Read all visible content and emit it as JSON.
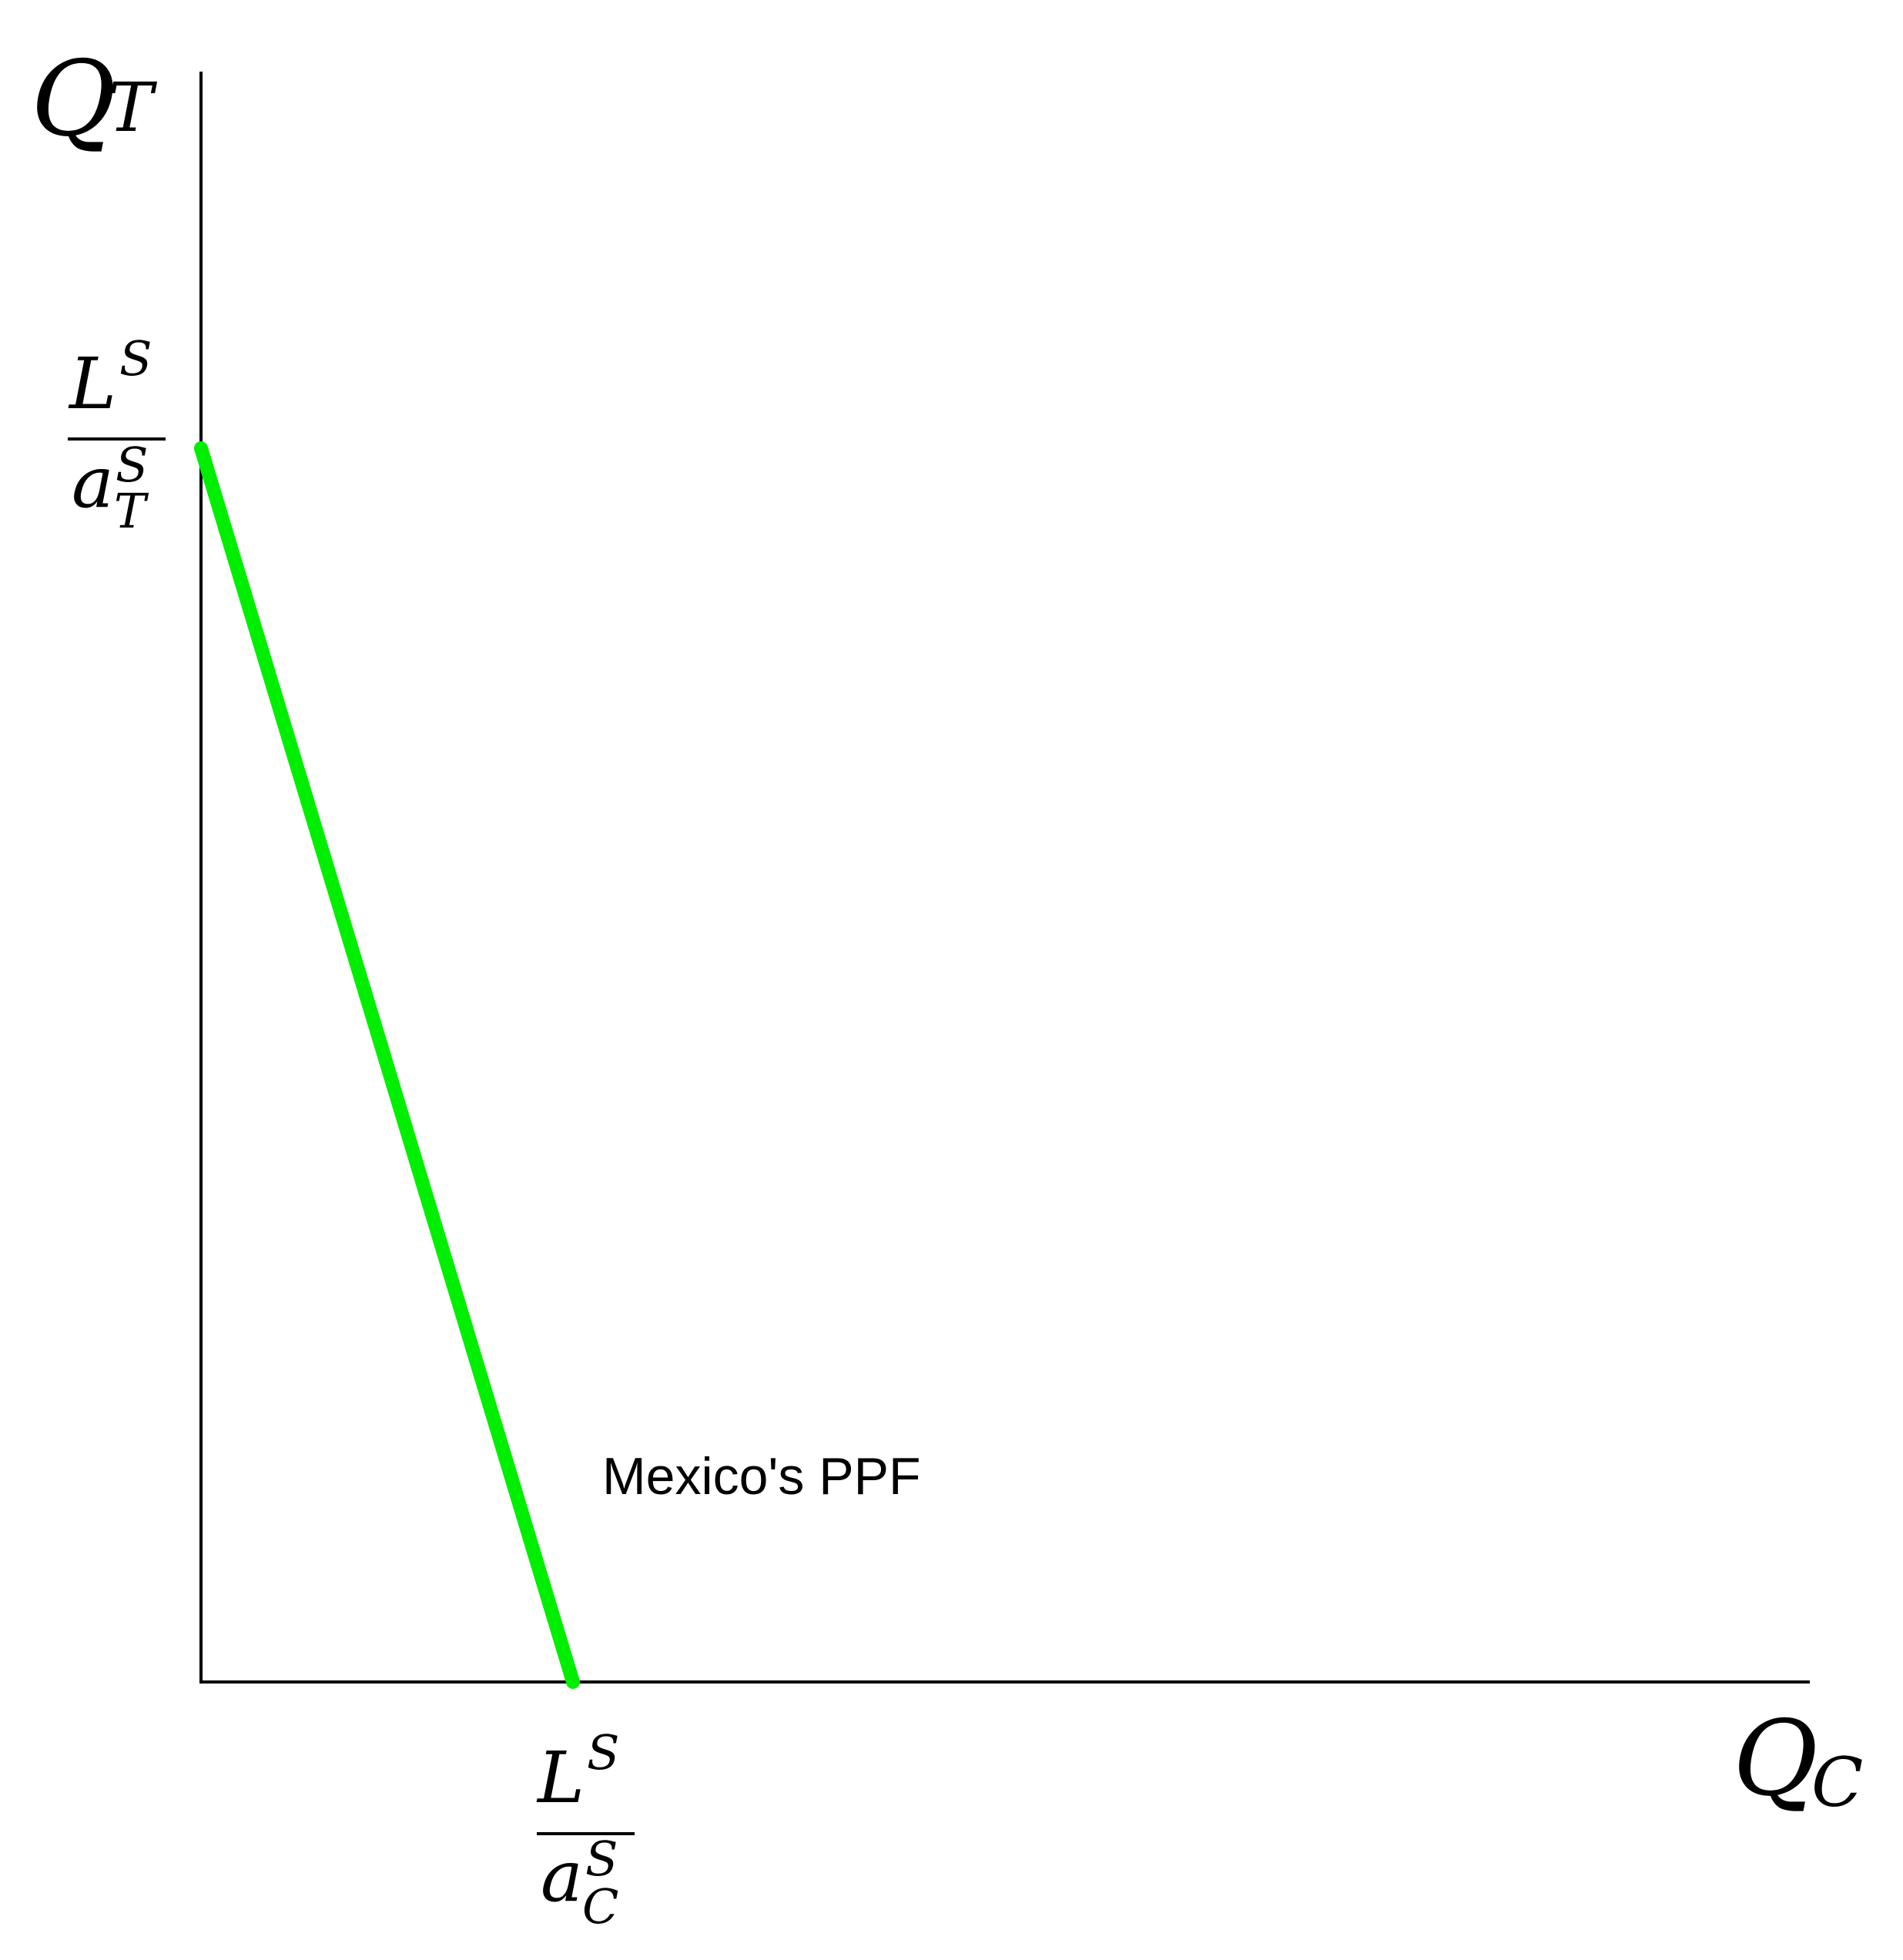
{
  "axes": {
    "y_label": {
      "main": "Q",
      "sub": "T"
    },
    "x_label": {
      "main": "Q",
      "sub": "C"
    },
    "axis_color": "#000000"
  },
  "intercepts": {
    "y": {
      "numerator": "L",
      "numerator_sup": "S",
      "denominator": "a",
      "denominator_sup": "S",
      "denominator_sub": "T"
    },
    "x": {
      "numerator": "L",
      "numerator_sup": "S",
      "denominator": "a",
      "denominator_sup": "S",
      "denominator_sub": "C"
    }
  },
  "ppf": {
    "label": "Mexico's PPF",
    "color": "#00ee00"
  }
}
